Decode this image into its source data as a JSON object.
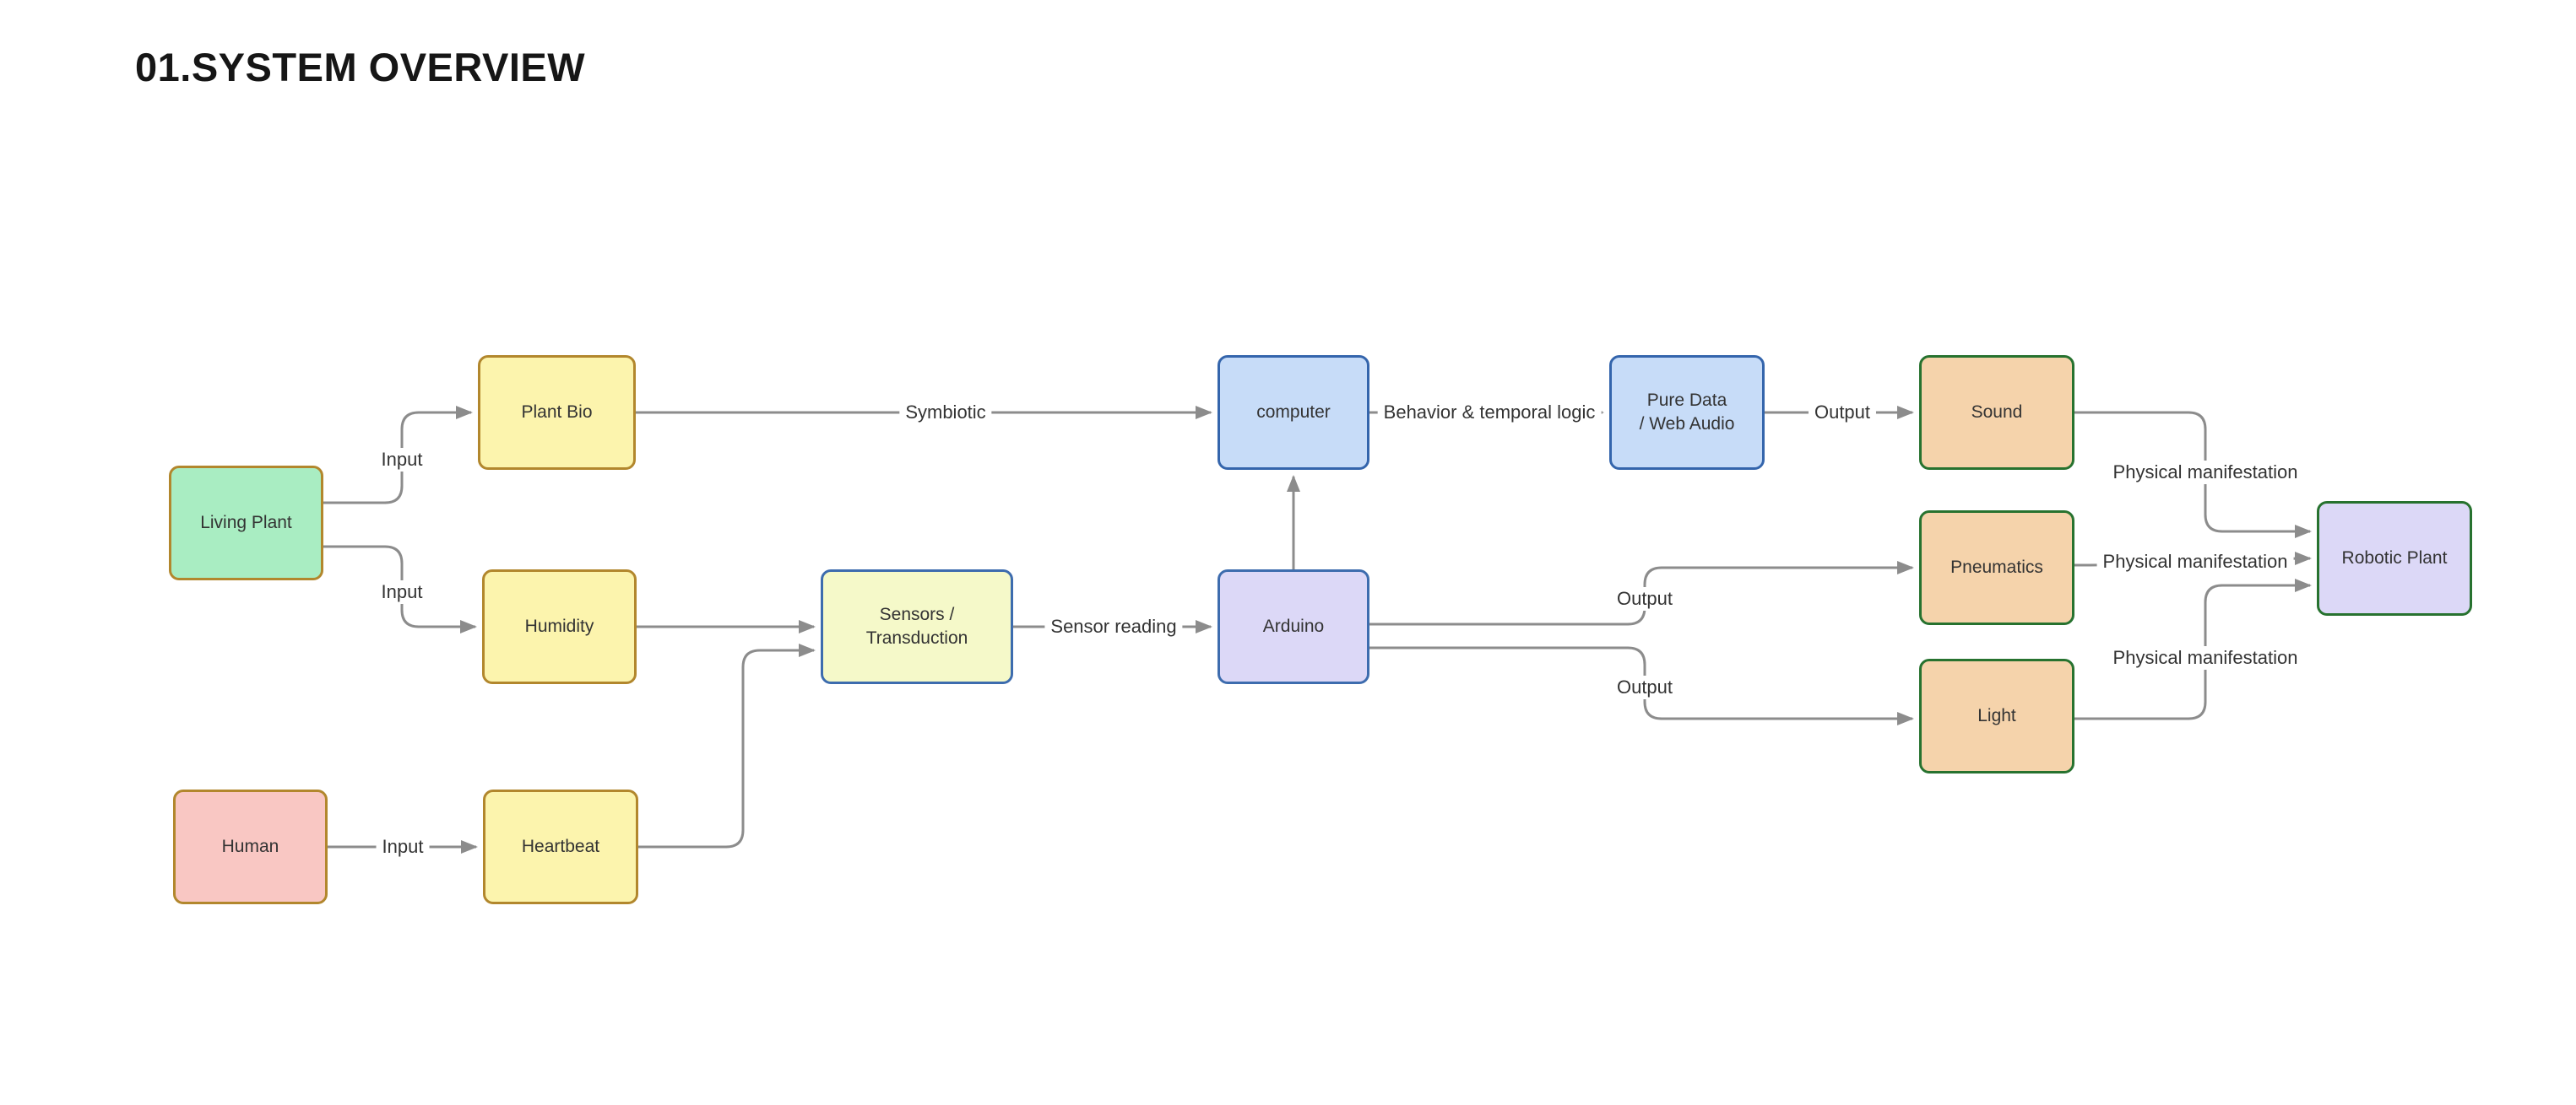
{
  "title": "01.SYSTEM OVERVIEW",
  "nodes": {
    "living_plant": {
      "label": "Living Plant"
    },
    "human": {
      "label": "Human"
    },
    "plant_bio": {
      "label": "Plant Bio"
    },
    "humidity": {
      "label": "Humidity"
    },
    "heartbeat": {
      "label": "Heartbeat"
    },
    "sensors": {
      "label": "Sensors / Transduction"
    },
    "computer": {
      "label": "computer"
    },
    "arduino": {
      "label": "Arduino"
    },
    "pure_data": {
      "label_lines": [
        "Pure Data",
        "/ Web Audio"
      ]
    },
    "sound": {
      "label": "Sound"
    },
    "pneumatics": {
      "label": "Pneumatics"
    },
    "light": {
      "label": "Light"
    },
    "robotic_plant": {
      "label": "Robotic Plant"
    }
  },
  "edges": {
    "lp_plantbio": {
      "from": "Living Plant",
      "to": "Plant Bio",
      "label": "Input"
    },
    "lp_humidity": {
      "from": "Living Plant",
      "to": "Humidity",
      "label": "Input"
    },
    "human_heartbeat": {
      "from": "Human",
      "to": "Heartbeat",
      "label": "Input"
    },
    "plantbio_computer": {
      "from": "Plant Bio",
      "to": "computer",
      "label": "Symbiotic"
    },
    "humidity_sensors": {
      "from": "Humidity",
      "to": "Sensors / Transduction",
      "label": ""
    },
    "heartbeat_sensors": {
      "from": "Heartbeat",
      "to": "Sensors / Transduction",
      "label": ""
    },
    "sensors_arduino": {
      "from": "Sensors / Transduction",
      "to": "Arduino",
      "label": "Sensor reading"
    },
    "arduino_computer": {
      "from": "Arduino",
      "to": "computer",
      "label": ""
    },
    "computer_puredata": {
      "from": "computer",
      "to": "Pure Data / Web Audio",
      "label": "Behavior & temporal logic"
    },
    "puredata_sound": {
      "from": "Pure Data / Web Audio",
      "to": "Sound",
      "label": "Output"
    },
    "arduino_pneumatics": {
      "from": "Arduino",
      "to": "Pneumatics",
      "label": "Output"
    },
    "arduino_light": {
      "from": "Arduino",
      "to": "Light",
      "label": "Output"
    },
    "sound_robotic": {
      "from": "Sound",
      "to": "Robotic Plant",
      "label": "Physical manifestation"
    },
    "pneumatics_robotic": {
      "from": "Pneumatics",
      "to": "Robotic Plant",
      "label": "Physical manifestation"
    },
    "light_robotic": {
      "from": "Light",
      "to": "Robotic Plant",
      "label": "Physical manifestation"
    }
  },
  "colors": {
    "canvas_bg": "#FFFFFF",
    "title_text": "#161616",
    "edge_line": "#8C8C8C",
    "edge_label_text": "#333333",
    "node_text": "#333333",
    "gold_border": "#B2872D",
    "green_fill": "#A9EDC2",
    "yellow_fill": "#FCF4AD",
    "pink_fill": "#F9C7C3",
    "sensor_fill": "#F5F9C9",
    "blue_border": "#3465AC",
    "blue_fill": "#C7DCF8",
    "lavender_fill": "#DCD8F7",
    "green_border": "#27722F",
    "orange_fill": "#F5D3AB"
  }
}
